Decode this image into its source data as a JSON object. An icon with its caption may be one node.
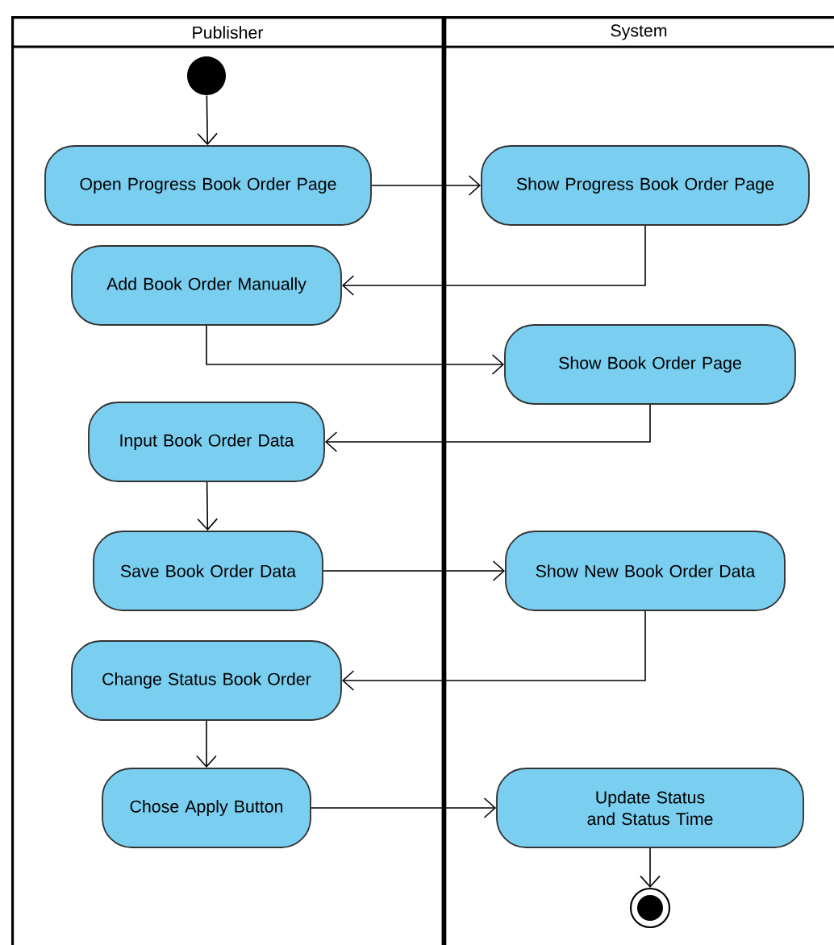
{
  "diagram": {
    "nodes": [
      {
        "text": [
          "Publisher"
        ]
      },
      {
        "text": [
          "System"
        ]
      },
      {
        "text": [],
        "shape": "circle",
        "in": 0
      },
      {
        "text": [
          "Open Progress Book Order Page"
        ],
        "in": 0
      },
      {
        "text": [
          "Show Progress Book Order Page"
        ],
        "in": 1
      },
      {
        "text": [
          "Add Book Order Manually"
        ],
        "in": 0
      },
      {
        "text": [
          "Show Book Order Page"
        ],
        "in": 1
      },
      {
        "text": [
          "Input Book Order Data"
        ],
        "in": 0
      },
      {
        "text": [
          "Save Book Order Data"
        ],
        "in": 0
      },
      {
        "text": [
          "Show New Book Order Data"
        ],
        "in": 1
      },
      {
        "text": [
          "Change Status Book Order"
        ],
        "in": 0
      },
      {
        "text": [
          "Chose Apply Button"
        ],
        "in": 0
      },
      {
        "text": [
          "Update Status and Status Time"
        ],
        "in": 1
      },
      {
        "text": [],
        "shape": "circle",
        "in": 1
      }
    ],
    "edges": [
      {
        "from": 2,
        "to": 3,
        "arrow": "to"
      },
      {
        "from": 3,
        "to": 4,
        "arrow": "to"
      },
      {
        "from": 4,
        "to": 5,
        "arrow": "to"
      },
      {
        "from": 5,
        "to": 6,
        "arrow": "to"
      },
      {
        "from": 6,
        "to": 7,
        "arrow": "to"
      },
      {
        "from": 7,
        "to": 8,
        "arrow": "to"
      },
      {
        "from": 8,
        "to": 9,
        "arrow": "to"
      },
      {
        "from": 9,
        "to": 10,
        "arrow": "to"
      },
      {
        "from": 10,
        "to": 11,
        "arrow": "to"
      },
      {
        "from": 11,
        "to": 12,
        "arrow": "to"
      },
      {
        "from": 12,
        "to": 13,
        "arrow": "to"
      }
    ]
  }
}
